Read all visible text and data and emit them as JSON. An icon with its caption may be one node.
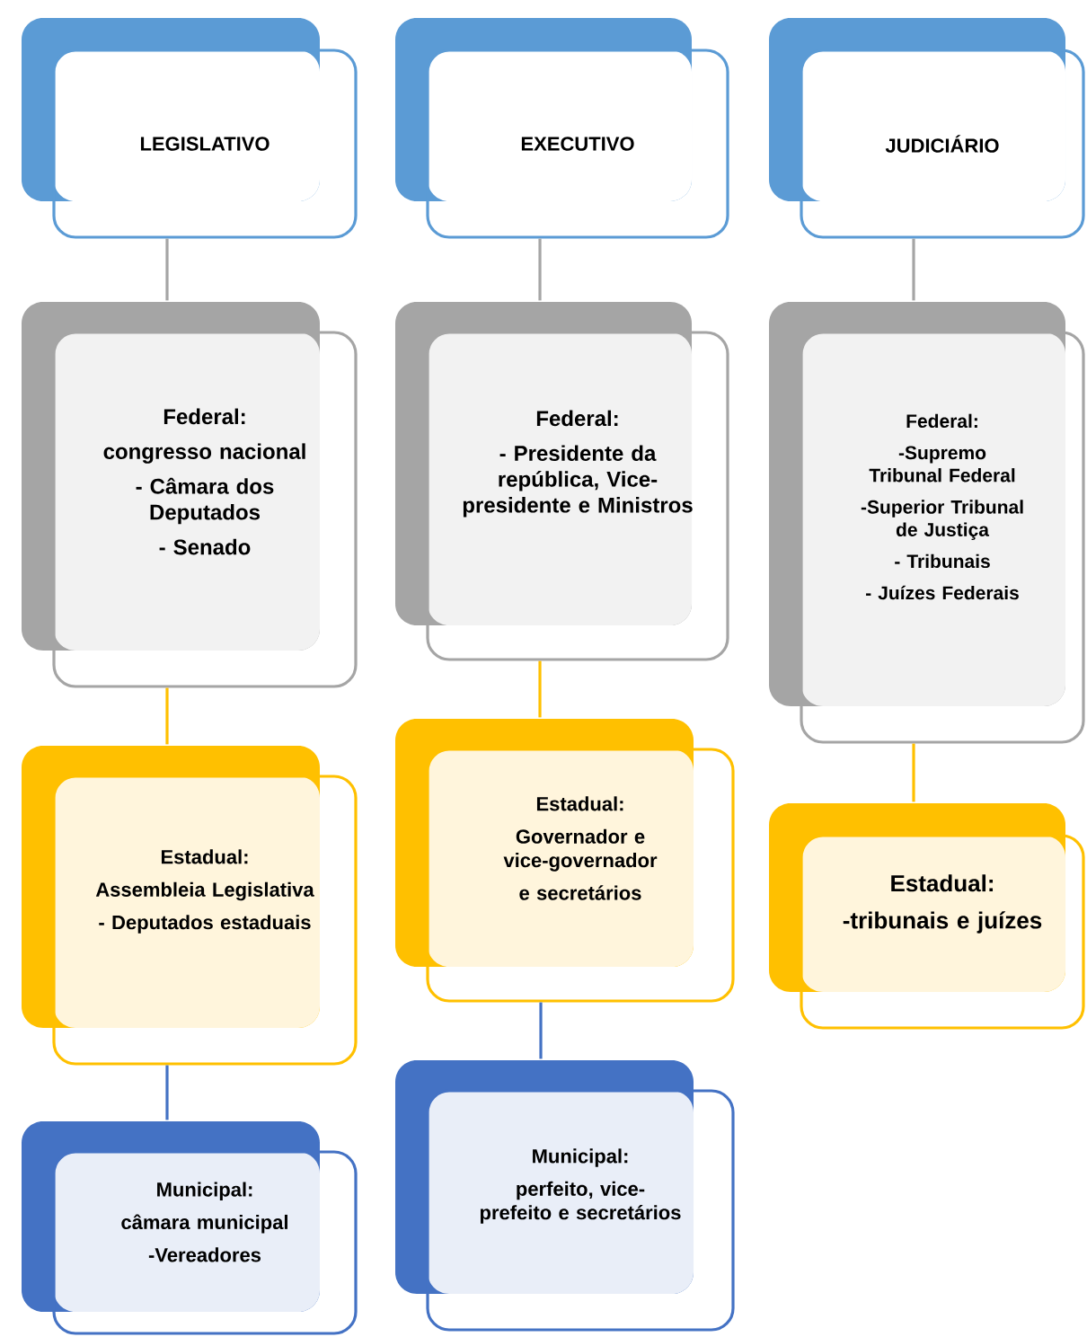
{
  "diagram": {
    "nodes": [
      {
        "text": [
          "LEGISLATIVO"
        ]
      },
      {
        "text": [
          "EXECUTIVO"
        ]
      },
      {
        "text": [
          "JUDICIÁRIO"
        ]
      },
      {
        "text": [
          "Federal:",
          "congresso nacional",
          "-  Câmara dos Deputados",
          "- Senado"
        ]
      },
      {
        "text": [
          "Federal:",
          "- Presidente da república, Vice-presidente e Ministros"
        ]
      },
      {
        "text": [
          "Federal:",
          "-Supremo Tribunal Federal",
          "-Superior Tribunal de Justiça",
          "- Tribunais",
          "- Juízes Federais"
        ]
      },
      {
        "text": [
          "Estadual:",
          "Assembleia Legislativa",
          "- Deputados estaduais"
        ]
      },
      {
        "text": [
          "Estadual:",
          "Governador e vice-governador",
          "e secretários"
        ]
      },
      {
        "text": [
          "Estadual:",
          "-tribunais e juízes"
        ]
      },
      {
        "text": [
          "Municipal:",
          "câmara municipal",
          "-Vereadores"
        ]
      },
      {
        "text": [
          "Municipal:",
          "perfeito, vice-prefeito e secretários"
        ]
      }
    ],
    "edges": [
      {
        "from": 0,
        "to": 3,
        "arrow": "none",
        "color": "#a5a5a5"
      },
      {
        "from": 3,
        "to": 6,
        "arrow": "none",
        "color": "#ffc000"
      },
      {
        "from": 6,
        "to": 9,
        "arrow": "none",
        "color": "#4472c4"
      },
      {
        "from": 1,
        "to": 4,
        "arrow": "none",
        "color": "#a5a5a5"
      },
      {
        "from": 4,
        "to": 7,
        "arrow": "none",
        "color": "#ffc000"
      },
      {
        "from": 7,
        "to": 10,
        "arrow": "none",
        "color": "#4472c4"
      },
      {
        "from": 2,
        "to": 5,
        "arrow": "none",
        "color": "#a5a5a5"
      },
      {
        "from": 5,
        "to": 8,
        "arrow": "none",
        "color": "#ffc000"
      }
    ]
  }
}
